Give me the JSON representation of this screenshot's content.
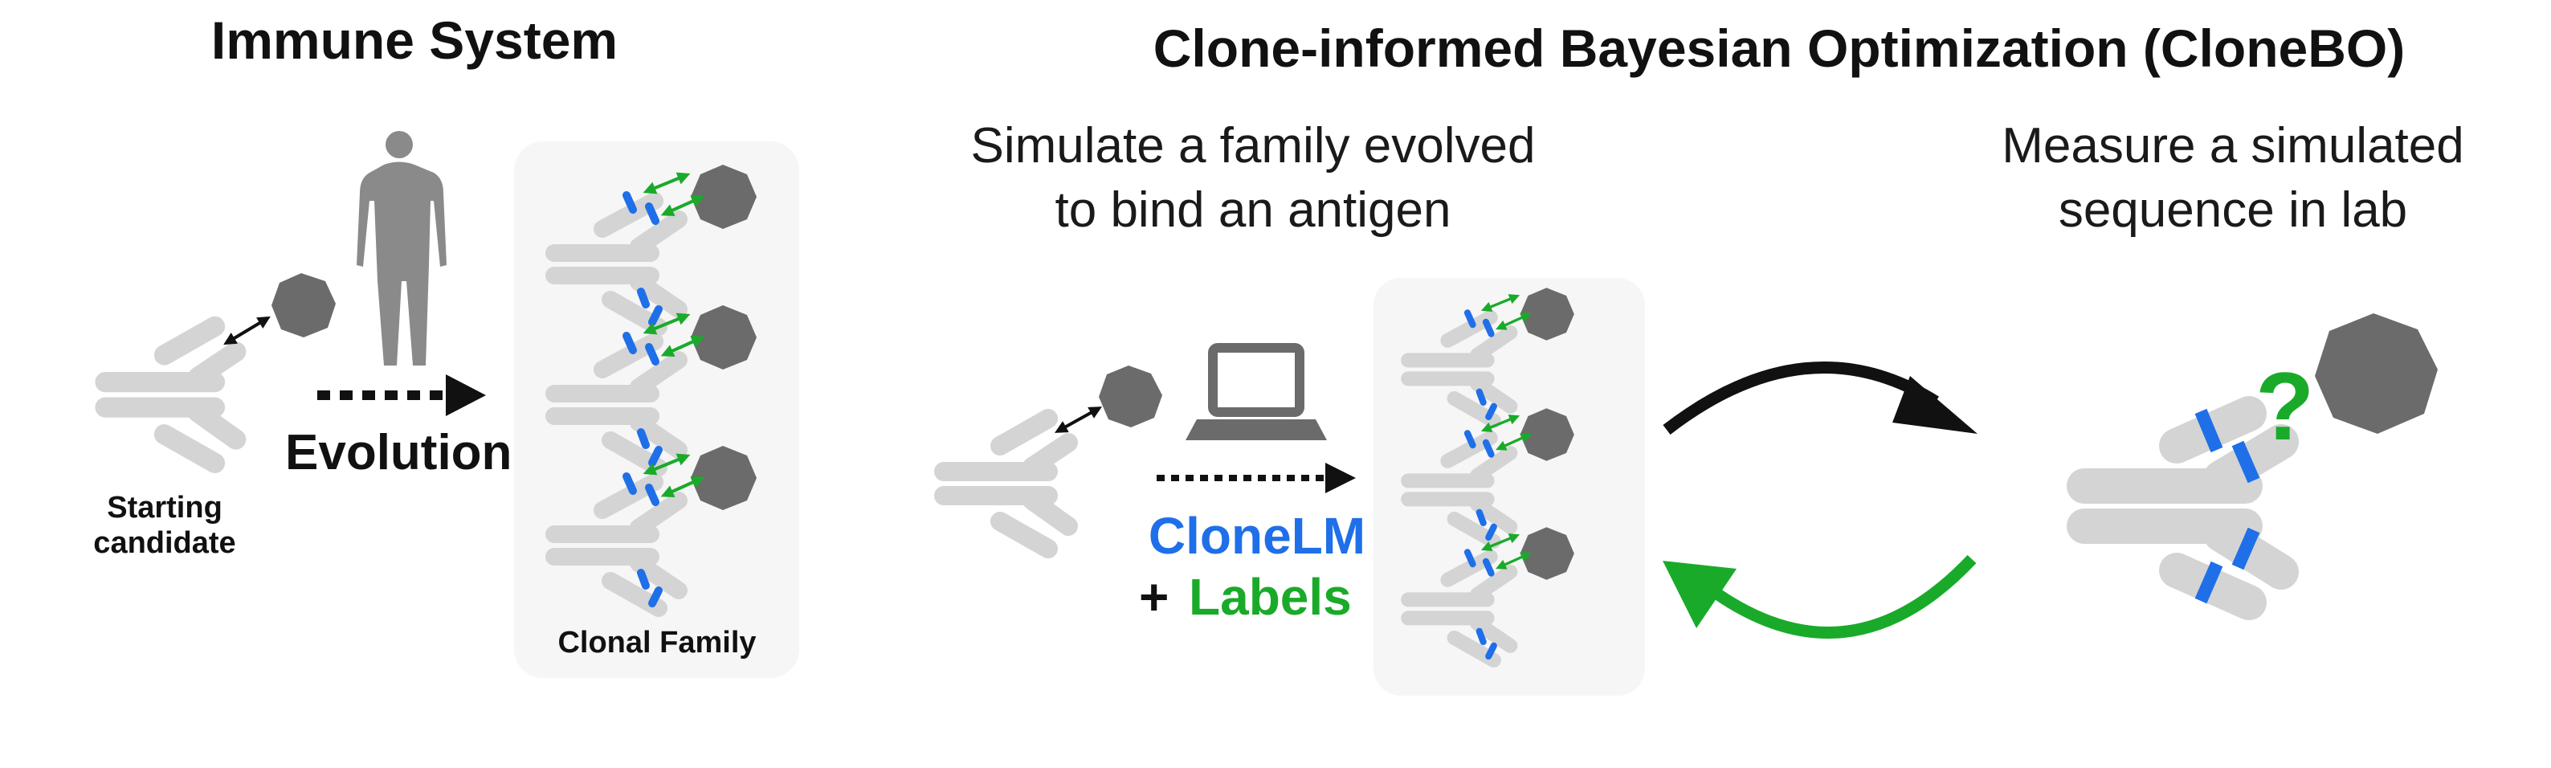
{
  "sections": {
    "immune_title": "Immune System",
    "clonebo_title": "Clone-informed Bayesian Optimization (CloneBO)"
  },
  "immune": {
    "start_label_line1": "Starting",
    "start_label_line2": "candidate",
    "evolution_label": "Evolution",
    "family_label": "Clonal Family"
  },
  "clonebo": {
    "simulate_line1": "Simulate a family evolved",
    "simulate_line2": "to bind an antigen",
    "measure_line1": "Measure a simulated",
    "measure_line2": "sequence in lab",
    "model_label": "CloneLM",
    "plus_label": "+",
    "labels_label": "Labels",
    "question_mark": "?"
  },
  "colors": {
    "antibody": "#d4d4d4",
    "antigen": "#6b6b6b",
    "cdr_blue": "#1f6fe8",
    "green": "#1aaa2a",
    "panel": "#f6f6f6",
    "human": "#8a8a8a"
  },
  "icons": [
    "human-silhouette-icon",
    "laptop-icon",
    "antibody-icon",
    "antigen-icon"
  ]
}
